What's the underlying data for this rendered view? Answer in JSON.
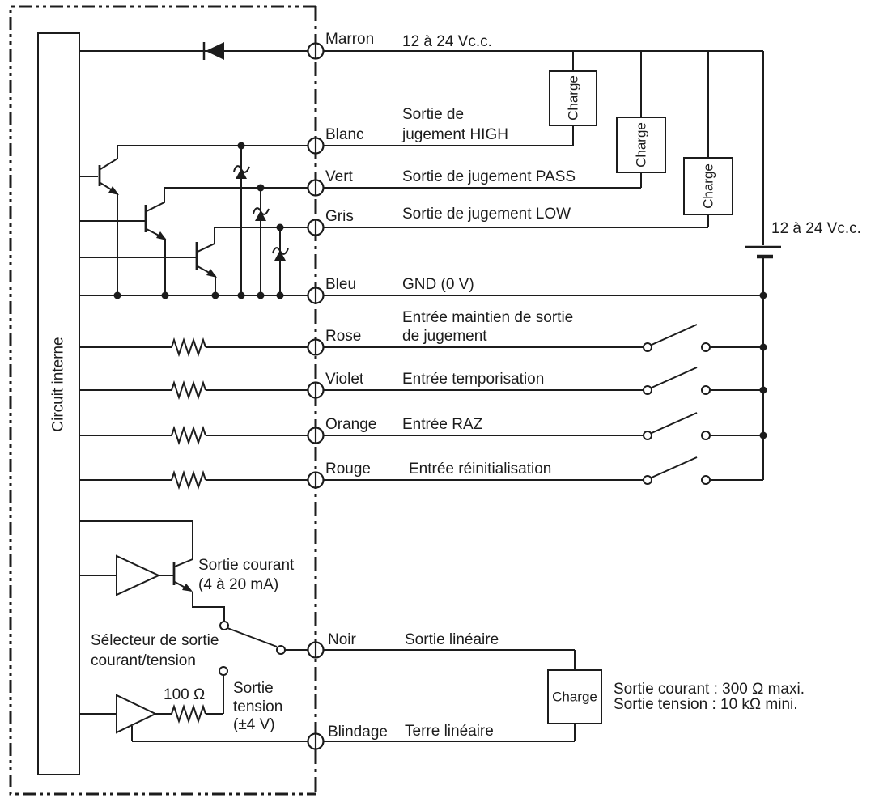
{
  "internal": {
    "label": "Circuit interne"
  },
  "load_label": "Charge",
  "power": {
    "supply_top": "12 à 24 Vc.c.",
    "supply_right": "12 à 24 Vc.c."
  },
  "terminals": {
    "marron": {
      "name": "Marron",
      "desc": "12 à 24 Vc.c."
    },
    "blanc": {
      "name": "Blanc",
      "desc1": "Sortie de",
      "desc2": "jugement HIGH"
    },
    "vert": {
      "name": "Vert",
      "desc": "Sortie de jugement PASS"
    },
    "gris": {
      "name": "Gris",
      "desc": "Sortie de jugement LOW"
    },
    "bleu": {
      "name": "Bleu",
      "desc": "GND (0 V)"
    },
    "rose": {
      "name": "Rose",
      "desc1": "Entrée maintien de sortie",
      "desc2": "de jugement"
    },
    "violet": {
      "name": "Violet",
      "desc": "Entrée temporisation"
    },
    "orange": {
      "name": "Orange",
      "desc": "Entrée RAZ"
    },
    "rouge": {
      "name": "Rouge",
      "desc": "Entrée réinitialisation"
    },
    "noir": {
      "name": "Noir",
      "desc": "Sortie linéaire"
    },
    "blindage": {
      "name": "Blindage",
      "desc": "Terre linéaire"
    }
  },
  "linear": {
    "current_output1": "Sortie courant",
    "current_output2": "(4 à 20 mA)",
    "selector1": "Sélecteur de sortie",
    "selector2": "courant/tension",
    "resistor_value": "100 Ω",
    "voltage_output1": "Sortie",
    "voltage_output2": "tension",
    "voltage_output3": "(±4 V)",
    "note1": "Sortie courant : 300 Ω maxi.",
    "note2": "Sortie tension : 10 kΩ mini."
  },
  "colors": {
    "ink": "#1c1c1c",
    "background": "#ffffff"
  }
}
